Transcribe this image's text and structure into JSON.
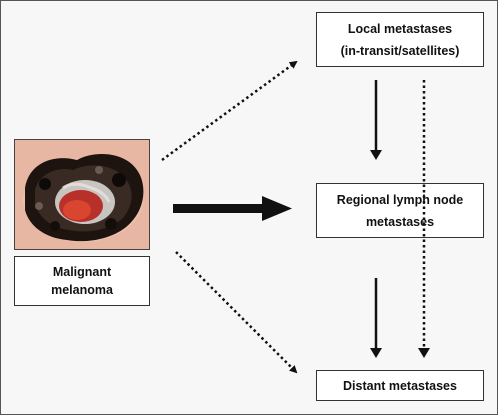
{
  "nodes": {
    "local": {
      "line1": "Local metastases",
      "line2": "(in-transit/satellites)"
    },
    "regional": {
      "line1": "Regional lymph node",
      "line2": "metastases"
    },
    "distant": {
      "label": "Distant metastases"
    },
    "melanoma": {
      "line1": "Malignant",
      "line2": "melanoma"
    }
  },
  "image": {
    "icon": "melanoma-lesion-photo"
  }
}
